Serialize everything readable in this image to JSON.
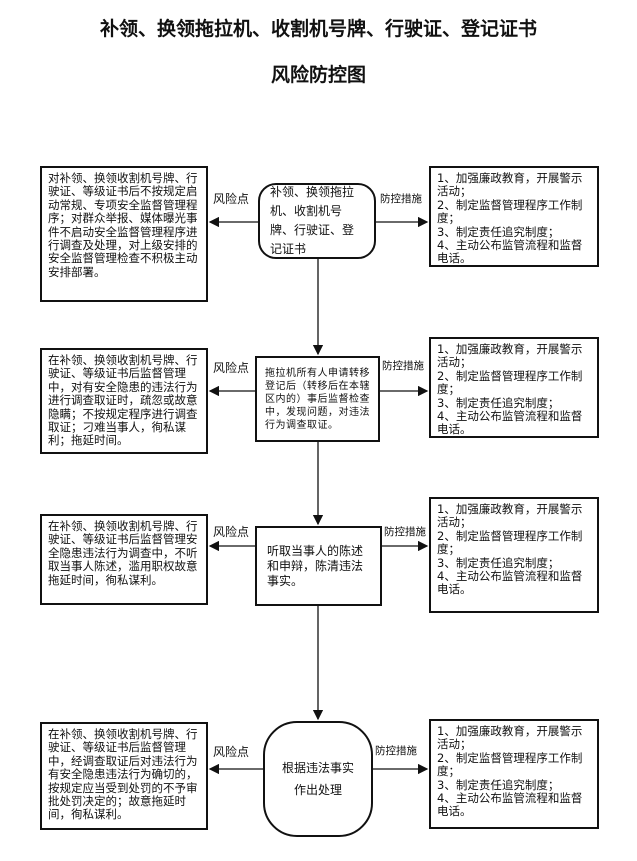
{
  "title_line1": "补领、换领拖拉机、收割机号牌、行驶证、登记证书",
  "title_line2": "风险防控图",
  "risk_label": "风险点",
  "control_label": "防控措施",
  "steps": [
    {
      "process": "补领、换领拖拉机、收割机号牌、行驶证、登记证书",
      "risk": "对补领、换领收割机号牌、行驶证、等级证书后不按规定启动常规、专项安全监督管理程序；对群众举报、媒体曝光事件不启动安全监督管理程序进行调查及处理，对上级安排的安全监督管理检查不积极主动安排部署。",
      "controls": [
        "1、加强廉政教育，开展警示活动；",
        "2、制定监督管理程序工作制度；",
        "3、制定责任追究制度；",
        "4、主动公布监管流程和监督电话。"
      ]
    },
    {
      "process": "拖拉机所有人申请转移登记后（转移后在本辖区内的）事后监督检查中，发现问题，对违法行为调查取证。",
      "risk": "在补领、换领收割机号牌、行驶证、等级证书后监督管理中，对有安全隐患的违法行为进行调查取证时，疏忽或故意隐瞒；不按规定程序进行调查取证；刁难当事人，徇私谋利；拖延时间。",
      "controls": [
        "1、加强廉政教育，开展警示活动；",
        "2、制定监督管理程序工作制度；",
        "3、制定责任追究制度；",
        "4、主动公布监管流程和监督电话。"
      ]
    },
    {
      "process": "听取当事人的陈述和申辩，陈清违法事实。",
      "risk": "在补领、换领收割机号牌、行驶证、等级证书后监督管理安全隐患违法行为调查中，不听取当事人陈述，滥用职权故意拖延时间，徇私谋利。",
      "controls": [
        "1、加强廉政教育，开展警示活动；",
        "2、制定监督管理程序工作制度；",
        "3、制定责任追究制度；",
        "4、主动公布监管流程和监督电话。"
      ]
    },
    {
      "process": "根据违法事实作出处理",
      "risk": "在补领、换领收割机号牌、行驶证、等级证书后监督管理中，经调查取证后对违法行为有安全隐患违法行为确切的，按规定应当受到处罚的不予审批处罚决定的；故意拖延时间，徇私谋利。",
      "controls": [
        "1、加强廉政教育，开展警示活动；",
        "2、制定监督管理程序工作制度；",
        "3、制定责任追究制度；",
        "4、主动公布监管流程和监督电话。"
      ]
    }
  ]
}
